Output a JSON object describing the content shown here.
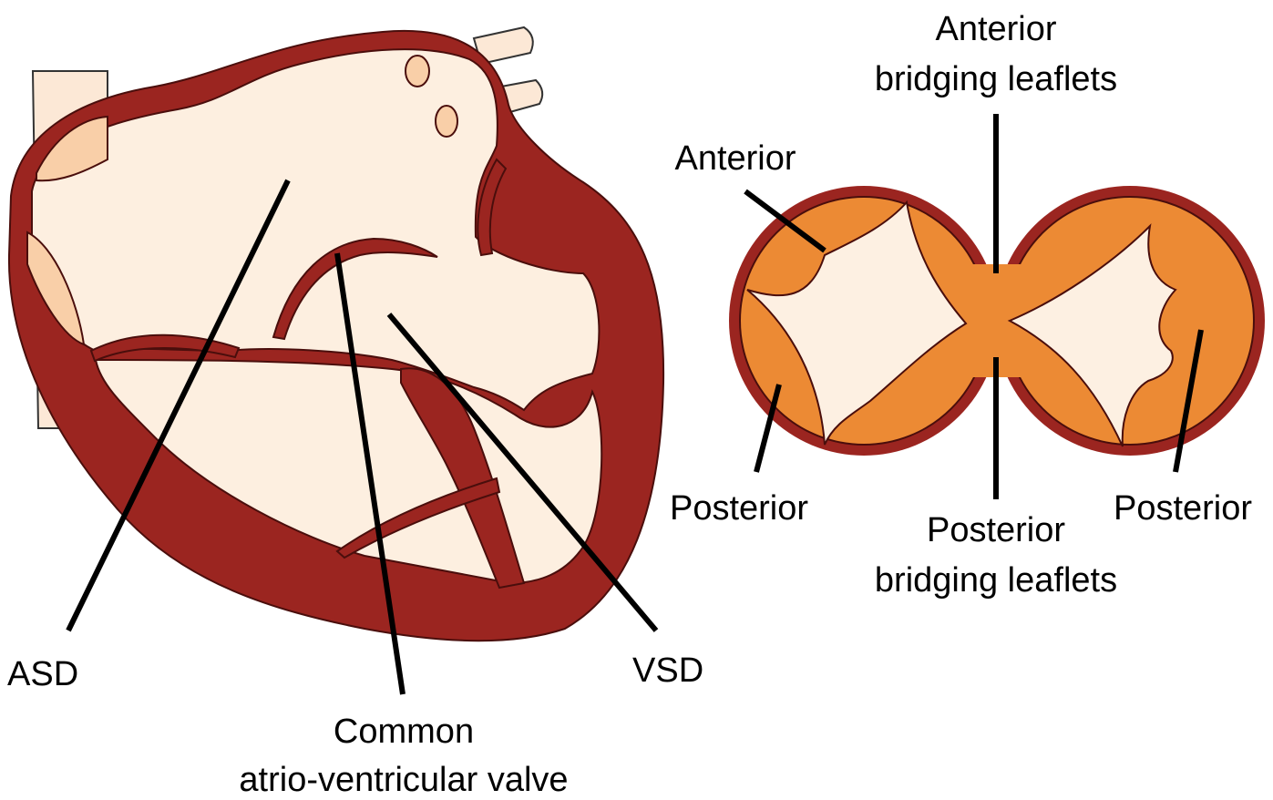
{
  "labels": {
    "asd": "ASD",
    "vsd": "VSD",
    "common_line1": "Common",
    "common_line2": "atrio-ventricular valve",
    "anterior_left": "Anterior",
    "anterior_bridging_line1": "Anterior",
    "anterior_bridging_line2": "bridging leaflets",
    "posterior_left": "Posterior",
    "posterior_right": "Posterior",
    "posterior_bridging_line1": "Posterior",
    "posterior_bridging_line2": "bridging leaflets"
  },
  "colors": {
    "wall": "#9b2520",
    "chamber": "#fdefe0",
    "vessel": "#fce8d6",
    "vein_opening": "#f9cfa8",
    "leaflet": "#ec8a34",
    "orifice": "#fdf0e2",
    "line": "#000000"
  }
}
